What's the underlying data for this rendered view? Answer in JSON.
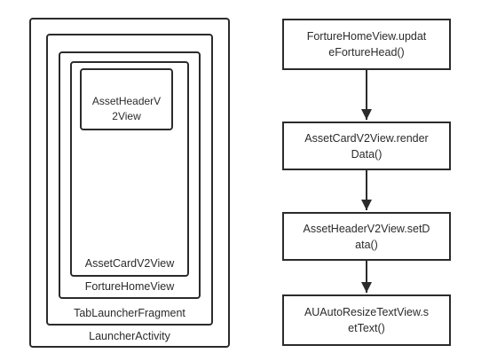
{
  "nested": {
    "launcher_activity": "LauncherActivity",
    "tab_launcher_fragment": "TabLauncherFragment",
    "fortune_home_view": "FortureHomeView",
    "asset_card_v2_view": "AssetCardV2View",
    "asset_header_v2_view": "AssetHeaderV\n2View"
  },
  "flow": {
    "steps": [
      "FortureHomeView.updat\neFortureHead()",
      "AssetCardV2View.render\nData()",
      "AssetHeaderV2View.setD\nata()",
      "AUAutoResizeTextView.s\netText()"
    ]
  },
  "colors": {
    "stroke": "#2b2b2b",
    "background": "#ffffff"
  }
}
